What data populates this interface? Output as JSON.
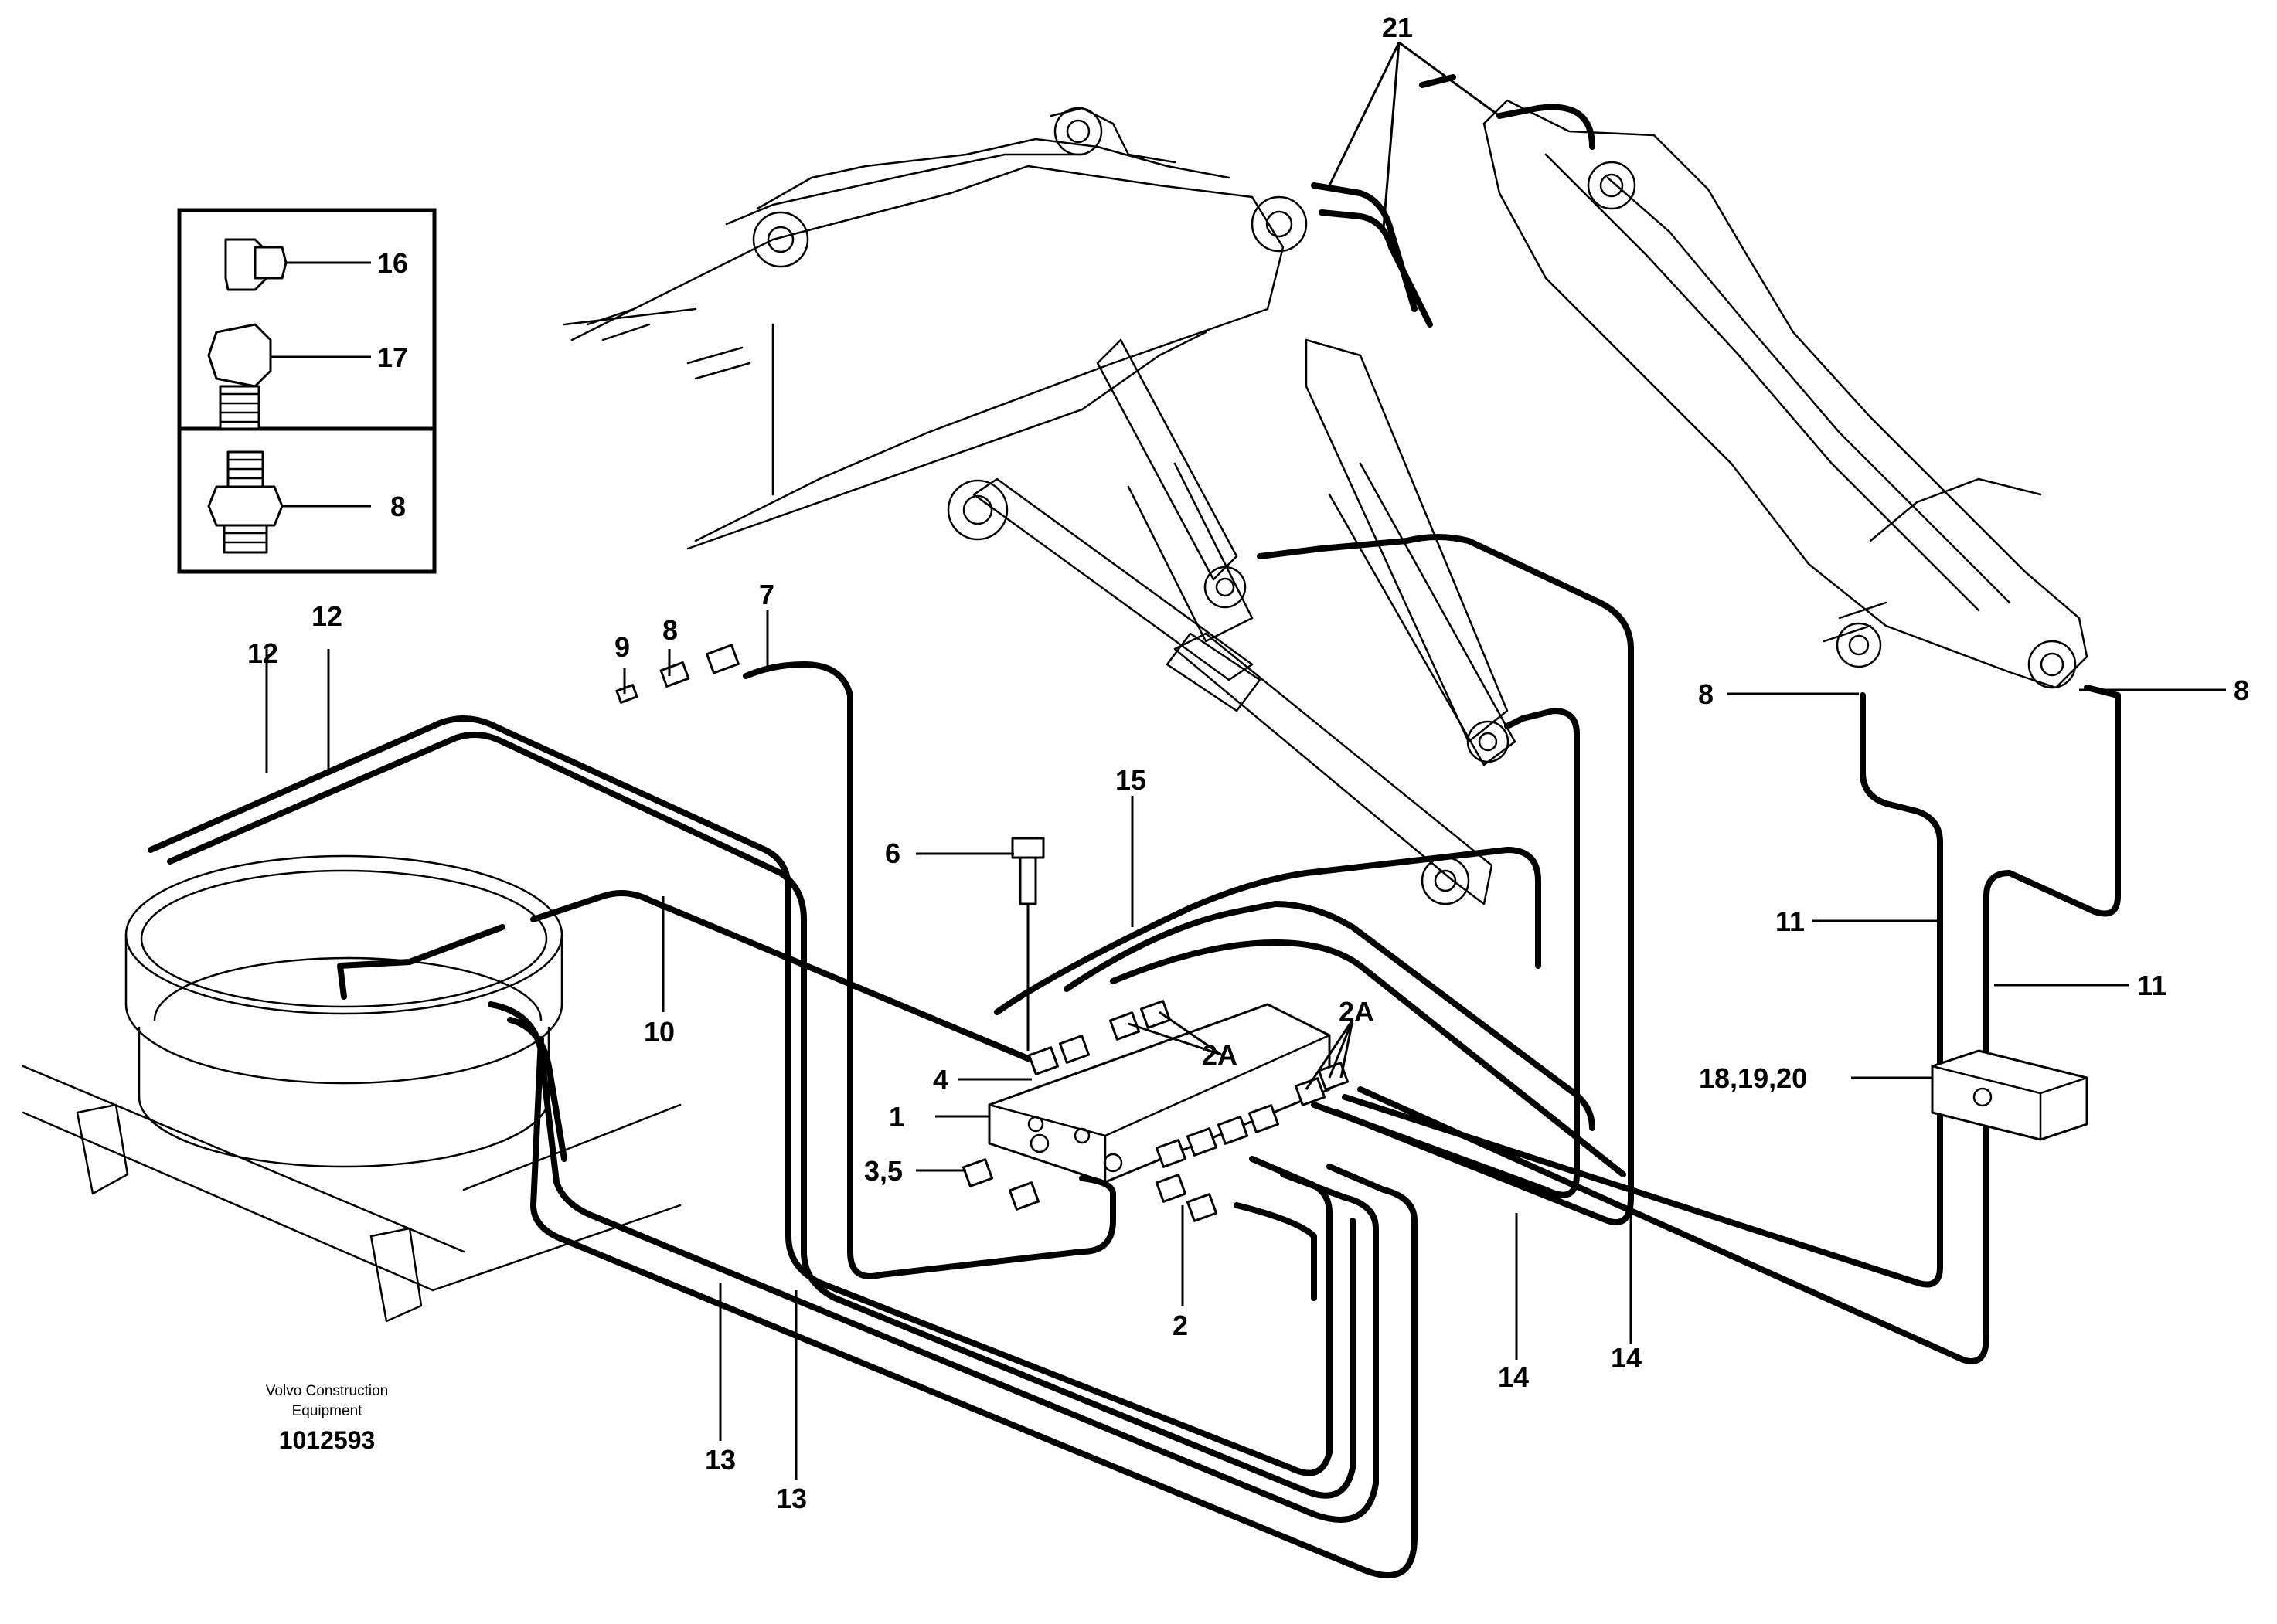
{
  "callouts": {
    "c21": "21",
    "c16": "16",
    "c17": "17",
    "c8_inset": "8",
    "c12_a": "12",
    "c12_b": "12",
    "c9": "9",
    "c8_mid": "8",
    "c7": "7",
    "c15": "15",
    "c6": "6",
    "c10": "10",
    "c4": "4",
    "c1": "1",
    "c3_5": "3,5",
    "c2": "2",
    "c2a_left": "2A",
    "c2a_right": "2A",
    "c13_a": "13",
    "c13_b": "13",
    "c14_a": "14",
    "c14_b": "14",
    "c8_boom_left": "8",
    "c8_boom_right": "8",
    "c11_a": "11",
    "c11_b": "11",
    "c18_19_20": "18,19,20"
  },
  "credit": {
    "line1": "Volvo Construction",
    "line2": "Equipment",
    "number": "1012593"
  }
}
